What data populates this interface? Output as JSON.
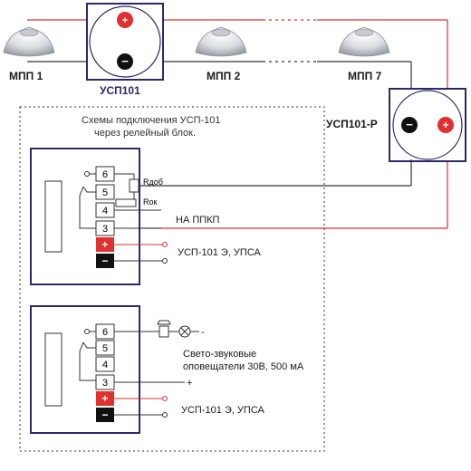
{
  "devices": {
    "mpp1": "МПП 1",
    "mpp2": "МПП 2",
    "mpp7": "МПП 7",
    "usp101": "УСП101",
    "usp101r": "УСП101-Р"
  },
  "symbols": {
    "plus": "+",
    "minus": "−"
  },
  "panel": {
    "title_line1": "Схемы подключения УСП-101",
    "title_line2": "через релейный блок."
  },
  "block1": {
    "terminals": [
      "6",
      "5",
      "4",
      "3"
    ],
    "r_add": "Rдоб",
    "r_ok": "Rок",
    "ppkp_label": "НА ППКП",
    "psu_label": "УСП-101 Э, УПСА"
  },
  "block2": {
    "terminals": [
      "6",
      "5",
      "4",
      "3"
    ],
    "minus_label": "-",
    "plus_label": "+",
    "sounder_line1": "Свето-звуковые",
    "sounder_line2": "оповещатели 30В, 500 мА",
    "psu_label": "УСП-101 Э, УПСА"
  },
  "colors": {
    "red": "#e03030",
    "frame": "#2a2a6a",
    "wire": "#333333"
  }
}
